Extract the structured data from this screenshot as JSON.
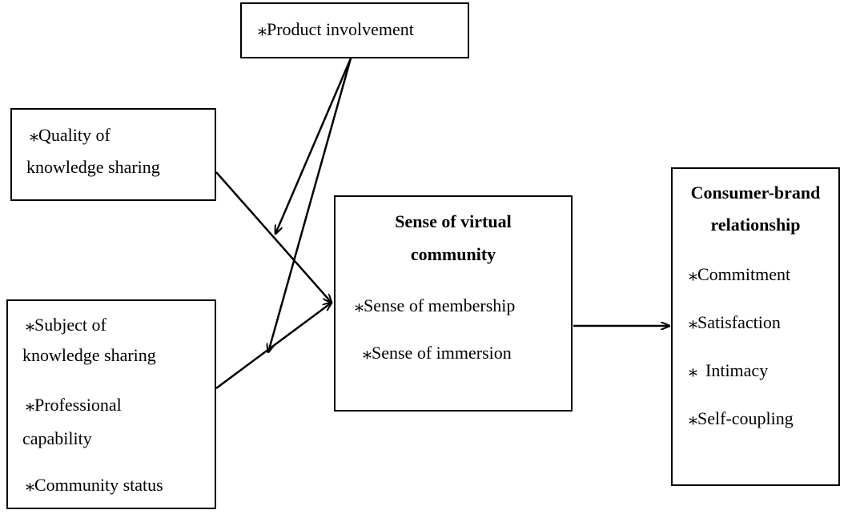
{
  "bullet": "⁎",
  "product_involvement": {
    "label": "Product involvement"
  },
  "quality_box": {
    "line1": "Quality of",
    "line2": "knowledge sharing"
  },
  "subject_box": {
    "line1": "Subject of",
    "line2": "knowledge sharing",
    "item2_line1": "Professional",
    "item2_line2": "capability",
    "item3": "Community status"
  },
  "center_box": {
    "title_line1": "Sense of virtual",
    "title_line2": "community",
    "item1": "Sense of membership",
    "item2": "Sense of immersion"
  },
  "right_box": {
    "title_line1": "Consumer-brand",
    "title_line2": "relationship",
    "items": [
      "Commitment",
      "Satisfaction",
      "Intimacy",
      "Self-coupling"
    ]
  }
}
